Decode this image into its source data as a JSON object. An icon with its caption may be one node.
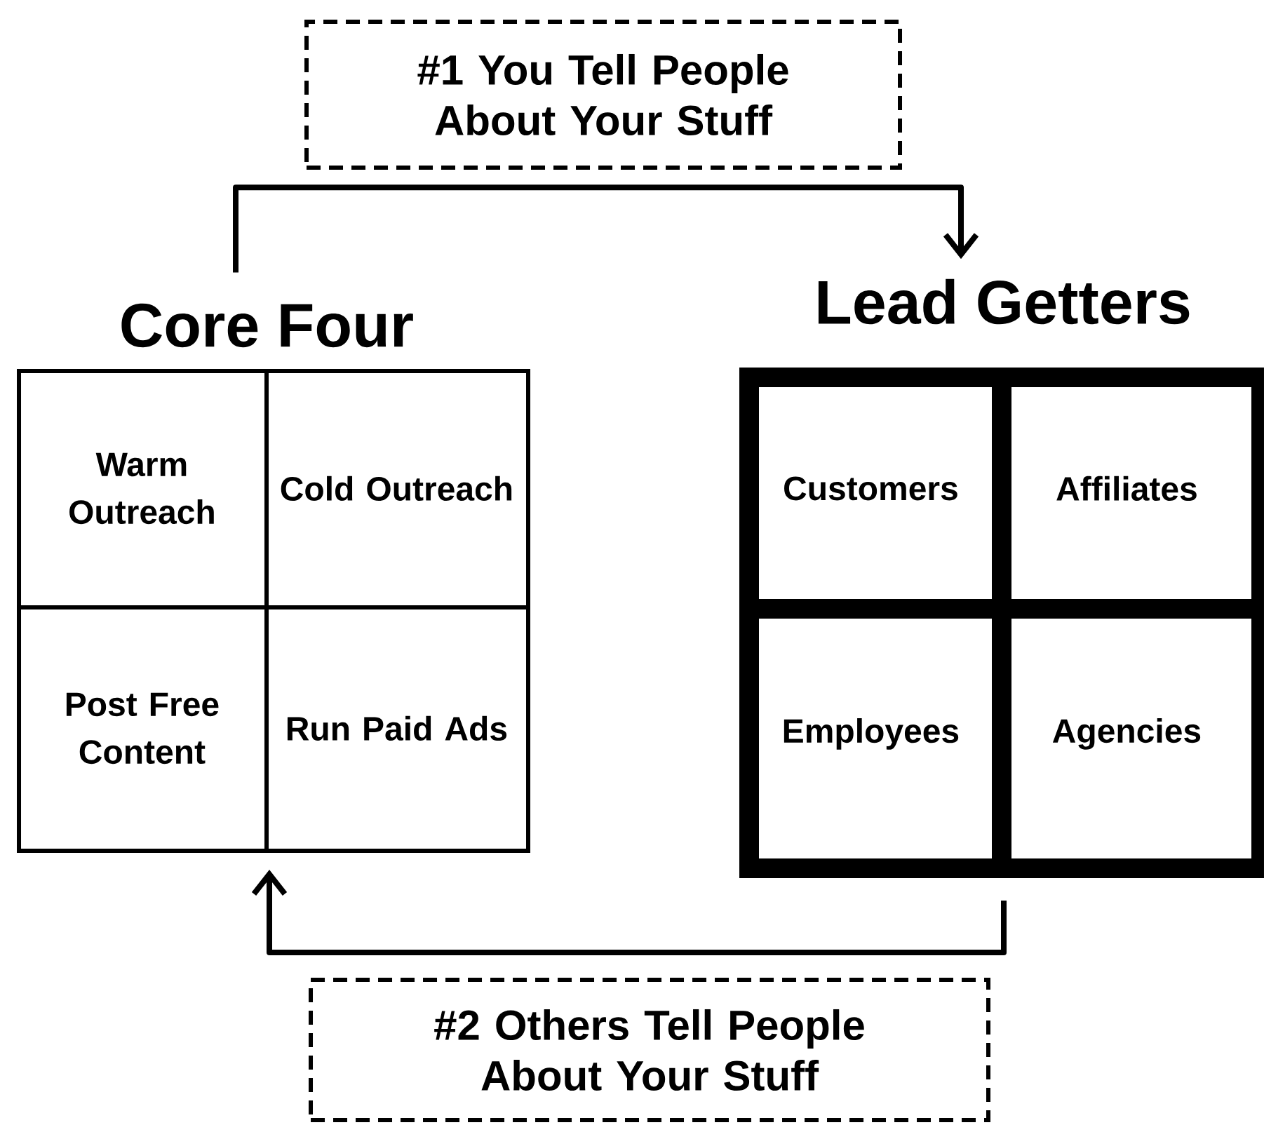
{
  "diagram": {
    "nodes": [
      {
        "text": [
          "#1 You Tell People About Your Stuff"
        ]
      },
      {
        "text": [
          "Core Four"
        ]
      },
      {
        "text": [
          "Warm Outreach"
        ],
        "in": 1
      },
      {
        "text": [
          "Cold Outreach"
        ],
        "in": 1
      },
      {
        "text": [
          "Post Free Content"
        ],
        "in": 1
      },
      {
        "text": [
          "Run Paid Ads"
        ],
        "in": 1
      },
      {
        "text": [
          "Lead Getters"
        ]
      },
      {
        "text": [
          "Customers"
        ],
        "in": 6
      },
      {
        "text": [
          "Affiliates"
        ],
        "in": 6
      },
      {
        "text": [
          "Employees"
        ],
        "in": 6
      },
      {
        "text": [
          "Agencies"
        ],
        "in": 6
      },
      {
        "text": [
          "#2 Others Tell People About Your Stuff"
        ]
      }
    ],
    "edges": [
      {
        "from": 1,
        "to": 6,
        "arrow": "to"
      },
      {
        "from": 6,
        "to": 1,
        "arrow": "to"
      }
    ]
  }
}
